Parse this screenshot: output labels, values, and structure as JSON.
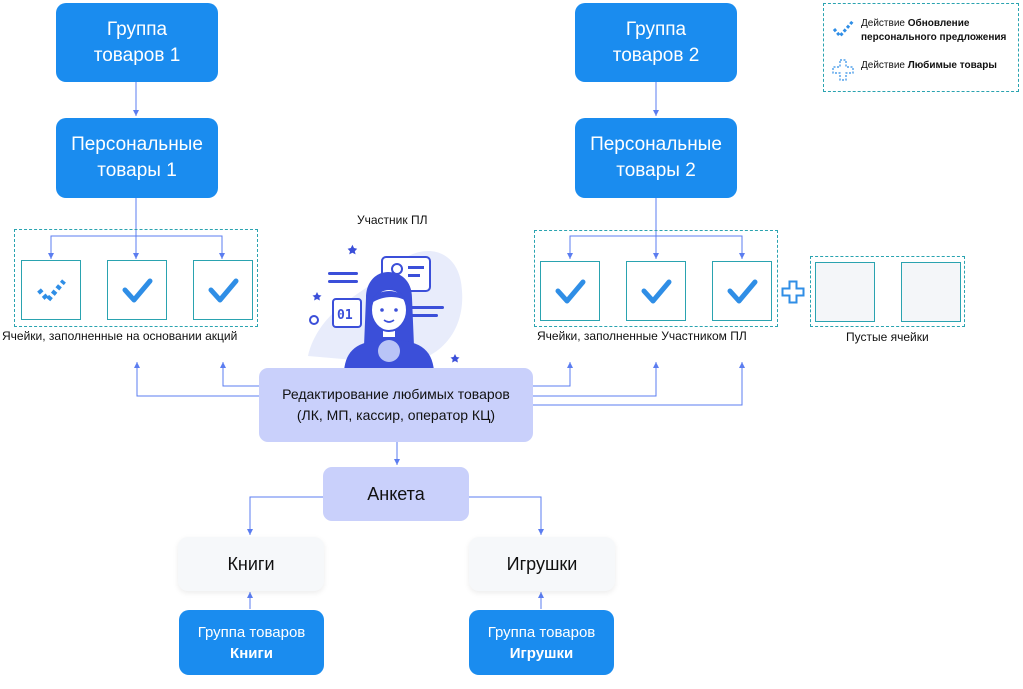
{
  "legend": {
    "update_prefix": "Действие",
    "update_bold": "Обновление персонального предложения",
    "fav_prefix": "Действие",
    "fav_bold": "Любимые товары"
  },
  "groups": {
    "group1": "Группа товаров 1",
    "group2": "Группа товаров 2",
    "personal1": "Персональные товары 1",
    "personal2": "Персональные товары 2"
  },
  "participant": {
    "label": "Участник ПЛ",
    "screen_text": "01"
  },
  "captions": {
    "promo_cells": "Ячейки, заполненные на основании акций",
    "participant_cells": "Ячейки, заполненные Участником ПЛ",
    "empty_cells": "Пустые ячейки"
  },
  "editing": {
    "line1": "Редактирование любимых товаров",
    "line2": "(ЛК, МП, кассир, оператор КЦ)"
  },
  "survey": {
    "label": "Анкета"
  },
  "categories": {
    "books": "Книги",
    "toys": "Игрушки"
  },
  "bottom_groups": {
    "books_prefix": "Группа товаров",
    "books_bold": "Книги",
    "toys_prefix": "Группа товаров",
    "toys_bold": "Игрушки"
  },
  "colors": {
    "primary": "#1a8cef",
    "lavender": "#c9d0fb",
    "connector": "#5b7df0",
    "dashed_border": "#2aa3b0",
    "check": "#2f8ee6"
  }
}
